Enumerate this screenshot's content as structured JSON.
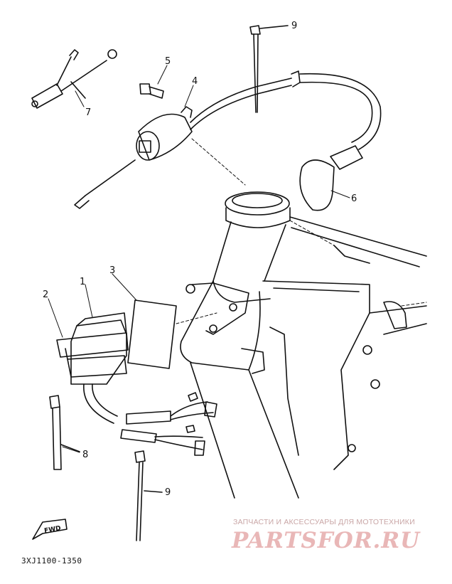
{
  "parts": [
    {
      "number": "1"
    },
    {
      "number": "2"
    },
    {
      "number": "3"
    },
    {
      "number": "4"
    },
    {
      "number": "5"
    },
    {
      "number": "6"
    },
    {
      "number": "7"
    },
    {
      "number": "8"
    },
    {
      "number": "9"
    },
    {
      "number": "9"
    }
  ],
  "fwd_label": "FWD",
  "reference_code": "3XJ1100-1350",
  "watermark": {
    "caption": "ЗАПЧАСТИ И АКСЕССУАРЫ ДЛЯ МОТОТЕХНИКИ",
    "logo": "PARTSFOR.RU",
    "color": "#e9b7b7"
  },
  "line_color": "#111111"
}
